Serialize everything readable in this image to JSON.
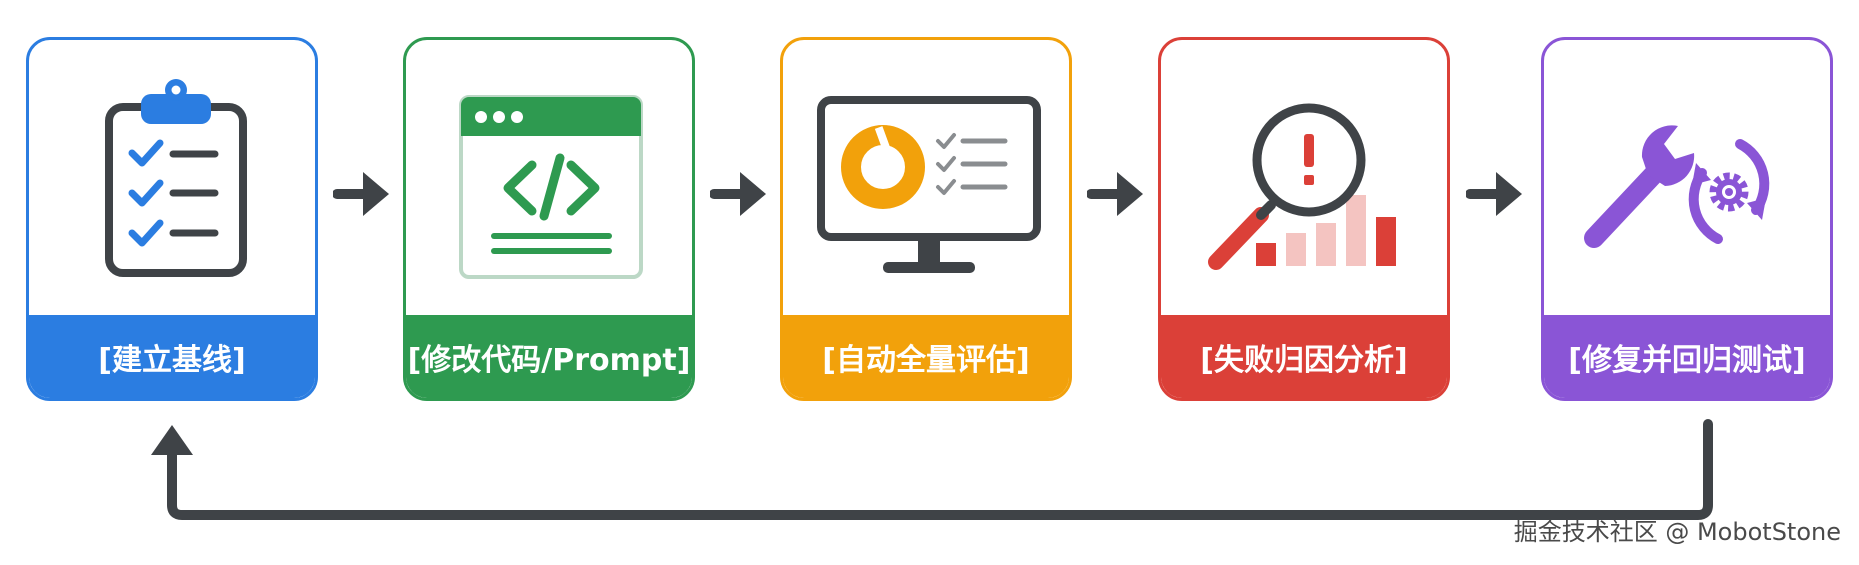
{
  "steps": [
    {
      "label": "[建立基线]",
      "color": "#2b7de1",
      "icon": "clipboard-checklist-icon"
    },
    {
      "label": "[修改代码/Prompt]",
      "color": "#2e9a50",
      "icon": "code-window-icon"
    },
    {
      "label": "[自动全量评估]",
      "color": "#f2a10b",
      "icon": "monitor-dashboard-icon"
    },
    {
      "label": "[失败归因分析]",
      "color": "#db4038",
      "icon": "magnifier-alert-icon"
    },
    {
      "label": "[修复并回归测试]",
      "color": "#8a55d6",
      "icon": "wrench-gear-cycle-icon"
    }
  ],
  "arrow_color": "#3f4347",
  "watermark": "掘金技术社区 @ MobotStone"
}
